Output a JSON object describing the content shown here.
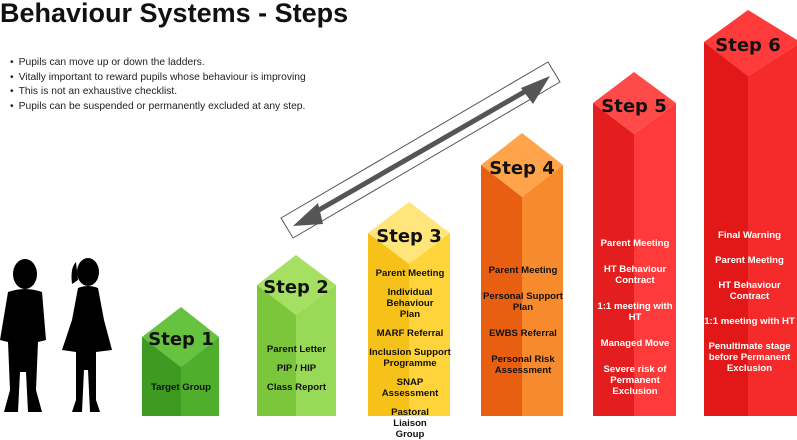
{
  "title": "Behaviour Systems - Steps",
  "bullets": [
    "Pupils can move up or down the ladders.",
    "Vitally important to reward pupils whose behaviour is improving",
    "This is not an exhaustive checklist.",
    "Pupils can be suspended or permanently excluded at any step."
  ],
  "colors": {
    "step1": "#4caf2f",
    "step2": "#8fd64a",
    "step3": "#ffd43b",
    "step4": "#f57c1f",
    "step5": "#ff2f2f",
    "step6": "#f21c1c"
  },
  "steps": [
    {
      "label": "Step 1",
      "items": [
        "Target Group"
      ]
    },
    {
      "label": "Step 2",
      "items": [
        "Parent Letter",
        "PIP / HIP",
        "Class Report"
      ]
    },
    {
      "label": "Step 3",
      "items": [
        "Parent Meeting",
        "Individual Behaviour Plan",
        "MARF Referral",
        "Inclusion Support Programme",
        "SNAP Assessment",
        "Pastoral Liaison Group"
      ]
    },
    {
      "label": "Step 4",
      "items": [
        "Parent Meeting",
        "Personal Support Plan",
        "EWBS Referral",
        "Personal Risk Assessment"
      ]
    },
    {
      "label": "Step 5",
      "items": [
        "Parent Meeting",
        "HT Behaviour Contract",
        "1:1 meeting with HT",
        "Managed Move",
        "Severe risk of Permanent Exclusion"
      ]
    },
    {
      "label": "Step 6",
      "items": [
        "Final Warning",
        "Parent Meeting",
        "HT Behaviour Contract",
        "1:1 meeting with HT",
        "Penultimate stage before Permanent Exclusion"
      ]
    }
  ]
}
